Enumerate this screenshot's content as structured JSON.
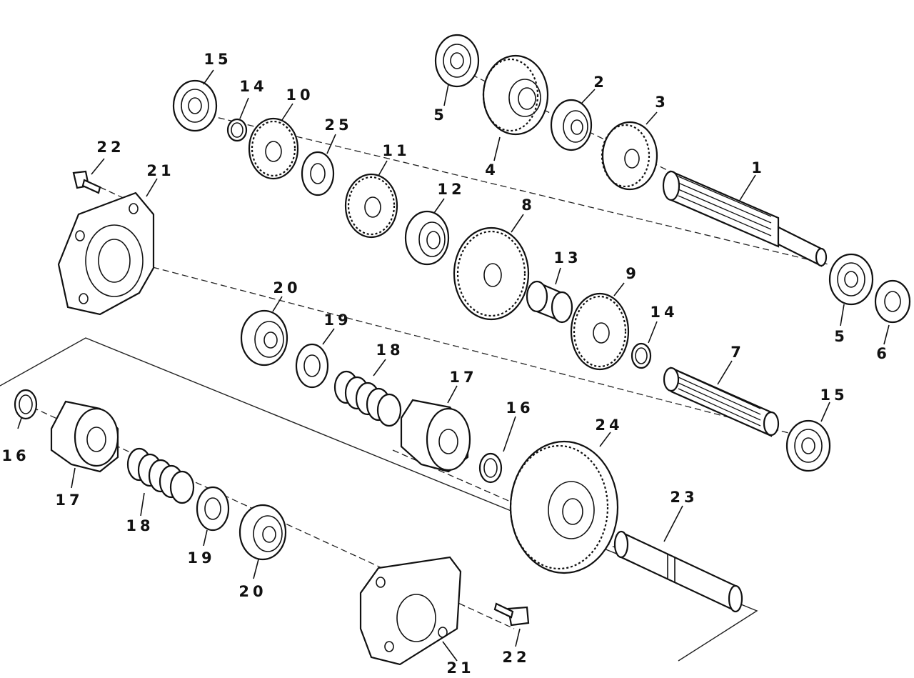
{
  "labels": {
    "p1": "1",
    "p2": "2",
    "p3": "3",
    "p4": "4",
    "p5a": "5",
    "p5b": "5",
    "p6": "6",
    "p7": "7",
    "p8": "8",
    "p9": "9",
    "p10": "10",
    "p11": "11",
    "p12": "12",
    "p13": "13",
    "p14a": "14",
    "p14b": "14",
    "p15a": "15",
    "p15b": "15",
    "p16a": "16",
    "p16b": "16",
    "p17a": "17",
    "p17b": "17",
    "p18a": "18",
    "p18b": "18",
    "p19a": "19",
    "p19b": "19",
    "p20a": "20",
    "p20b": "20",
    "p21a": "21",
    "p21b": "21",
    "p22a": "22",
    "p22b": "22",
    "p23": "23",
    "p24": "24",
    "p25": "25"
  }
}
